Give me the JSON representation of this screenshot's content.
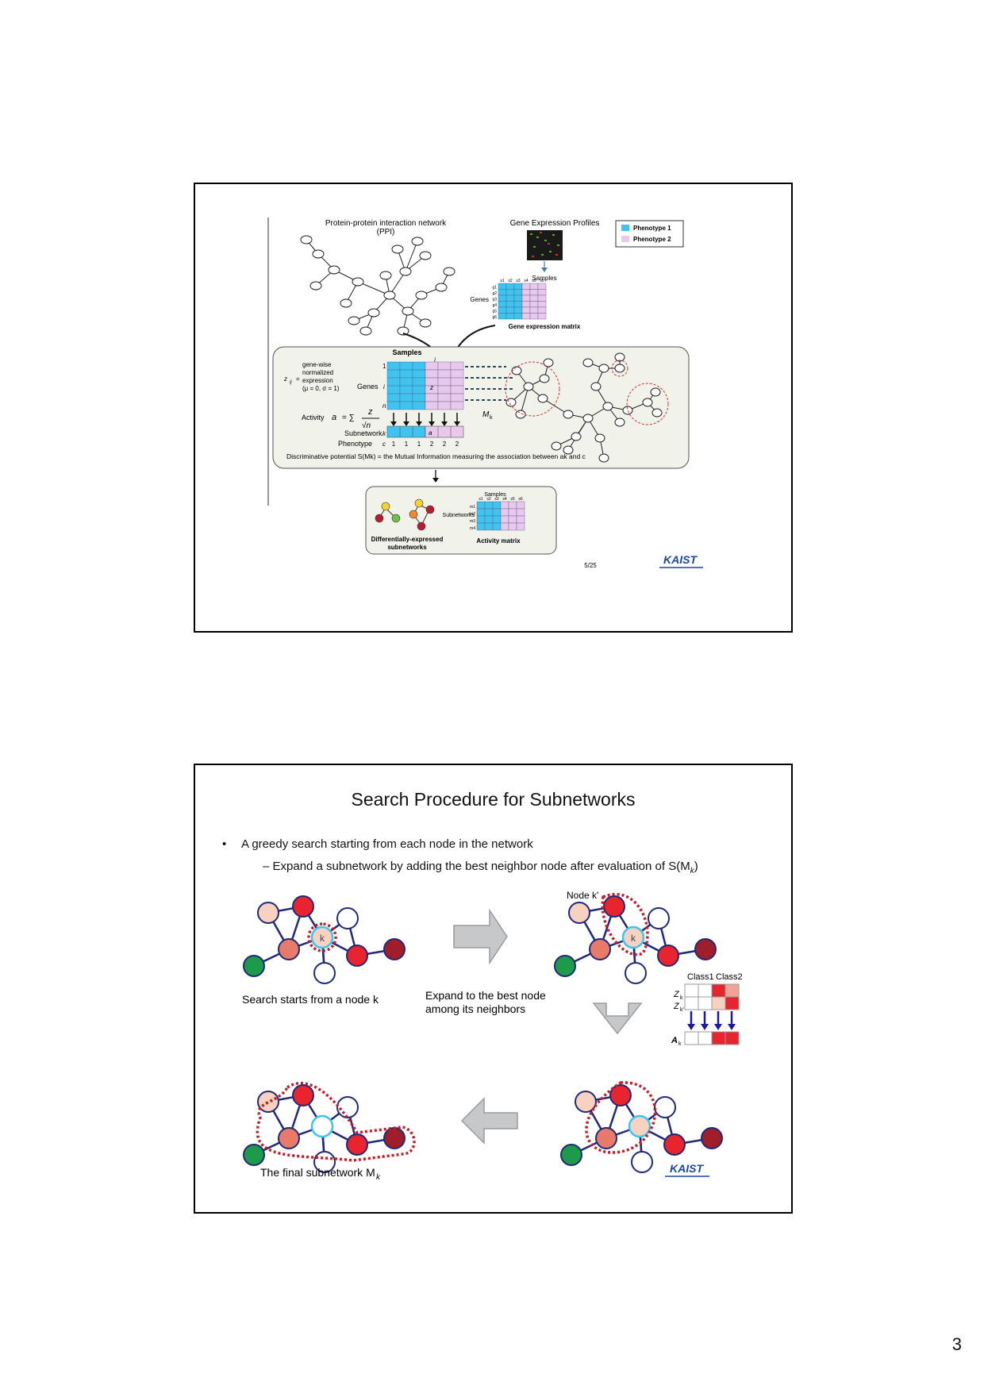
{
  "page_number": "3",
  "slide1": {
    "ppi_title_line1": "Protein-protein interaction network",
    "ppi_title_line2": "(PPI)",
    "gep_title": "Gene Expression Profiles",
    "legend": [
      "Phenotype 1",
      "Phenotype 2"
    ],
    "samples_label": "Samples",
    "sample_ids": [
      "s1",
      "s2",
      "s3",
      "s4",
      "s5",
      "s6"
    ],
    "genes_label": "Genes",
    "gene_ids": [
      "g1",
      "g2",
      "g3",
      "g4",
      "g5",
      "g6"
    ],
    "matrix_caption": "Gene expression matrix",
    "zij_lines": [
      "gene-wise",
      "normalized",
      "expression",
      "(μ = 0, σ = 1)"
    ],
    "zij_symbol": "z",
    "zij_sub": "ij",
    "col_j": "j",
    "row_i": "i",
    "row_1": "1",
    "row_n": "n",
    "activity_label": "Activity",
    "subnetwork_label": "Subnetwork",
    "subnetwork_k": "k",
    "phenotype_label": "Phenotype",
    "phenotype_c": "c",
    "phenotype_values": [
      "1",
      "1",
      "1",
      "2",
      "2",
      "2"
    ],
    "akj_symbol": "a",
    "mk_symbol": "M",
    "mk_sub": "k",
    "discriminative_text": "Discriminative potential  S(Mk) = the Mutual Information measuring the association between ak and c",
    "de_caption_line1": "Differentially-expressed",
    "de_caption_line2": "subnetworks",
    "subnetworks_label": "Subnetworks",
    "m_ids": [
      "m1",
      "m2",
      "m3",
      "m4"
    ],
    "activity_matrix_caption": "Activity matrix",
    "slide_number": "5/25",
    "logo": "KAIST"
  },
  "slide2": {
    "title": "Search Procedure for Subnetworks",
    "bullet_symbol": "•",
    "bullet": "A greedy search starting from each node in the network",
    "sub_bullet": "– Expand a subnetwork by adding the best neighbor node after evaluation of S(M",
    "sub_bullet_sub": "k",
    "sub_bullet_end": ")",
    "node_k_prime": "Node k'",
    "node_k": "k",
    "caption_start": "Search starts from a node k",
    "caption_expand_line1": "Expand to the best node",
    "caption_expand_line2": "among its neighbors",
    "class1": "Class1",
    "class2": "Class2",
    "zk": "Z",
    "zk_sub": "k",
    "zkp_sub": "k'",
    "ak": "A",
    "ak_sub": "k",
    "caption_final": "The final subnetwork M",
    "caption_final_sub": "k",
    "logo": "KAIST"
  },
  "colors": {
    "blue": "#3ec4ef",
    "pink": "#e8c8ec",
    "red": "#e8242e",
    "darkred": "#a01e2a",
    "salmon": "#e87a6a",
    "pale": "#f7d2c0",
    "green": "#1d9a4a",
    "navy": "#1f2a7a"
  }
}
